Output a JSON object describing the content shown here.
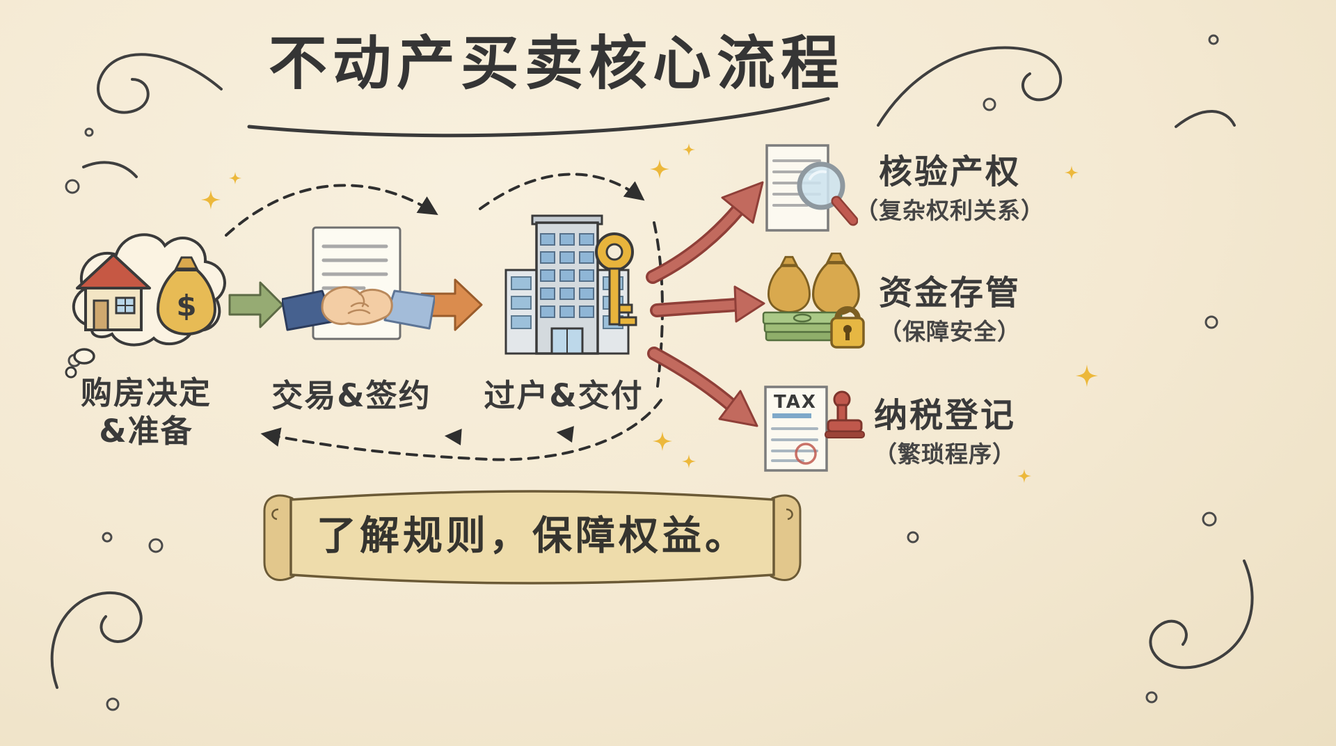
{
  "title": "不动产买卖核心流程",
  "steps": [
    {
      "label": "购房决定",
      "label2": "&准备"
    },
    {
      "label": "交易&签约"
    },
    {
      "label": "过户&交付"
    }
  ],
  "outcomes": [
    {
      "title": "核验产权",
      "subtitle": "（复杂权利关系）"
    },
    {
      "title": "资金存管",
      "subtitle": "（保障安全）"
    },
    {
      "title": "纳税登记",
      "subtitle": "（繁琐程序）"
    }
  ],
  "banner": "了解规则，保障权益。",
  "icons": {
    "money_bag_symbol": "$",
    "tax_label": "TAX"
  },
  "colors": {
    "background": "#f4e9d2",
    "ink": "#3a3a3a",
    "accent_gold": "#ecb83b",
    "arrow_green": "#96ab73",
    "arrow_orange": "#da8c4e",
    "arrow_red": "#c26a5e",
    "banner_fill": "#eedcab"
  }
}
